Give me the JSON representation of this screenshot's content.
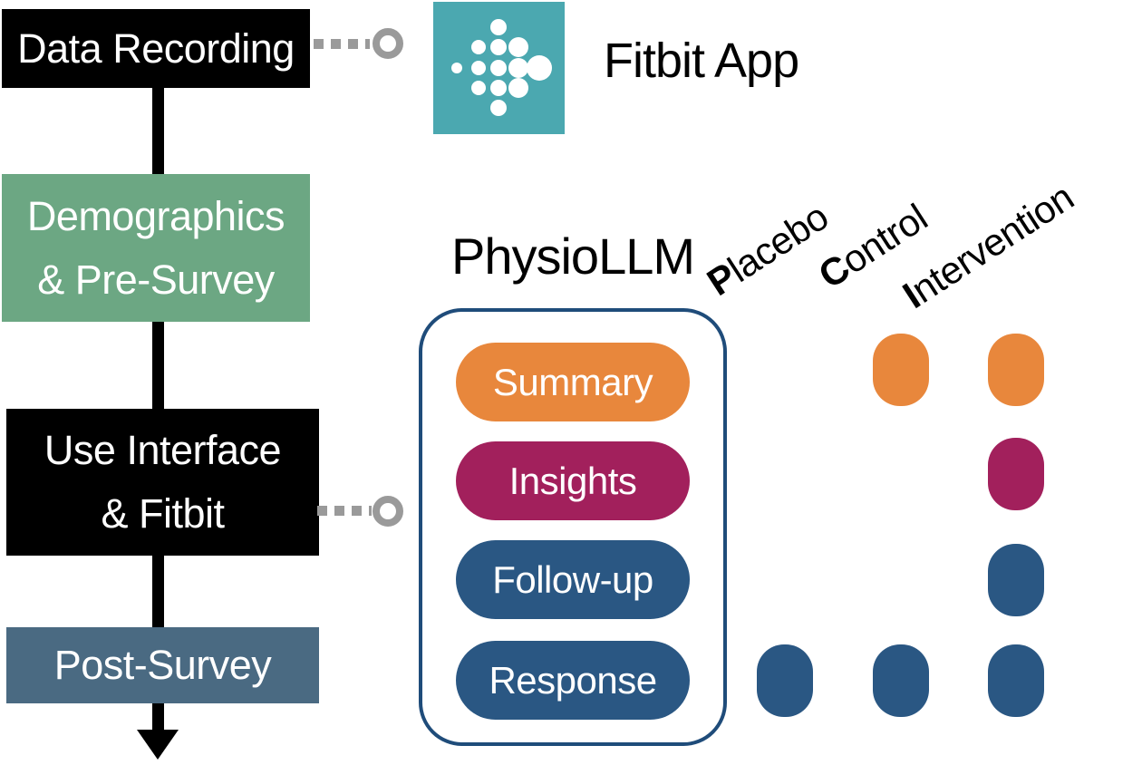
{
  "flow": {
    "steps": [
      {
        "label": "Data Recording"
      },
      {
        "label": "Demographics\n& Pre-Survey"
      },
      {
        "label": "Use Interface\n& Fitbit"
      },
      {
        "label": "Post-Survey"
      }
    ]
  },
  "fitbit": {
    "label": "Fitbit App",
    "icon_color": "#4BA8B0"
  },
  "physiollm": {
    "title": "PhysioLLM",
    "features": [
      {
        "label": "Summary",
        "color": "#E8873C"
      },
      {
        "label": "Insights",
        "color": "#A2205C"
      },
      {
        "label": "Follow-up",
        "color": "#2A5783"
      },
      {
        "label": "Response",
        "color": "#2A5783"
      }
    ]
  },
  "conditions": [
    {
      "label": "Placebo",
      "bold_letter": "P",
      "rest": "lacebo",
      "features": [
        "Response"
      ]
    },
    {
      "label": "Control",
      "bold_letter": "C",
      "rest": "ontrol",
      "features": [
        "Summary",
        "Response"
      ]
    },
    {
      "label": "Intervention",
      "bold_letter": "I",
      "rest": "ntervention",
      "features": [
        "Summary",
        "Insights",
        "Follow-up",
        "Response"
      ]
    }
  ],
  "colors": {
    "step_black": "#000000",
    "step_green": "#6CA783",
    "step_slate": "#4A6A82",
    "panel_border": "#1F4C7A",
    "connector_gray": "#9A9A9A",
    "fitbit_teal": "#4BA8B0"
  }
}
